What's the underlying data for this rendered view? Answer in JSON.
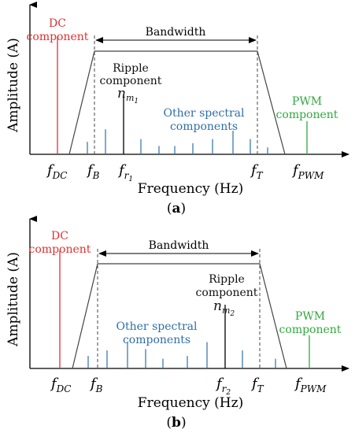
{
  "colors": {
    "dc": "#e03030",
    "ripple": "#111111",
    "other": "#2f6ea8",
    "pwm": "#2eaa3c",
    "axis": "#000000",
    "window": "#444444"
  },
  "panels": [
    {
      "caption": "a",
      "ylabel": "Amplitude (A)",
      "xlabel": "Frequency (Hz)",
      "bandwidth_label": "Bandwidth",
      "dc_label": [
        "DC",
        "component"
      ],
      "ripple_label": [
        "Ripple",
        "component"
      ],
      "ripple_symbol": {
        "base": "n",
        "sub": "m",
        "subsub": "1"
      },
      "other_label": [
        "Other spectral",
        "components"
      ],
      "pwm_label": [
        "PWM",
        "component"
      ],
      "ticks": [
        {
          "base": "f",
          "sub": "DC"
        },
        {
          "base": "f",
          "sub": "B"
        },
        {
          "base": "f",
          "sub": "r",
          "subsub": "1"
        },
        {
          "base": "f",
          "sub": "T"
        },
        {
          "base": "f",
          "sub": "PWM"
        }
      ],
      "dc_amplitude": 0.85,
      "ripple_amplitude": 0.43,
      "pwm_amplitude": 0.24,
      "other_amplitudes": [
        0.09,
        0.18,
        0.11,
        0.06,
        0.06,
        0.08,
        0.11,
        0.17,
        0.11,
        0.05
      ]
    },
    {
      "caption": "b",
      "ylabel": "Amplitude (A)",
      "xlabel": "Frequency (Hz)",
      "bandwidth_label": "Bandwidth",
      "dc_label": [
        "DC",
        "component"
      ],
      "ripple_label": [
        "Ripple",
        "component"
      ],
      "ripple_symbol": {
        "base": "n",
        "sub": "m",
        "subsub": "2"
      },
      "other_label": [
        "Other spectral",
        "components"
      ],
      "pwm_label": [
        "PWM",
        "component"
      ],
      "ticks": [
        {
          "base": "f",
          "sub": "DC"
        },
        {
          "base": "f",
          "sub": "B"
        },
        {
          "base": "f",
          "sub": "r",
          "subsub": "2"
        },
        {
          "base": "f",
          "sub": "T"
        },
        {
          "base": "f",
          "sub": "PWM"
        }
      ],
      "dc_amplitude": 0.85,
      "ripple_amplitude": 0.46,
      "pwm_amplitude": 0.24,
      "other_amplitudes": [
        0.09,
        0.13,
        0.19,
        0.14,
        0.07,
        0.09,
        0.19,
        0.13,
        0.07
      ]
    }
  ]
}
